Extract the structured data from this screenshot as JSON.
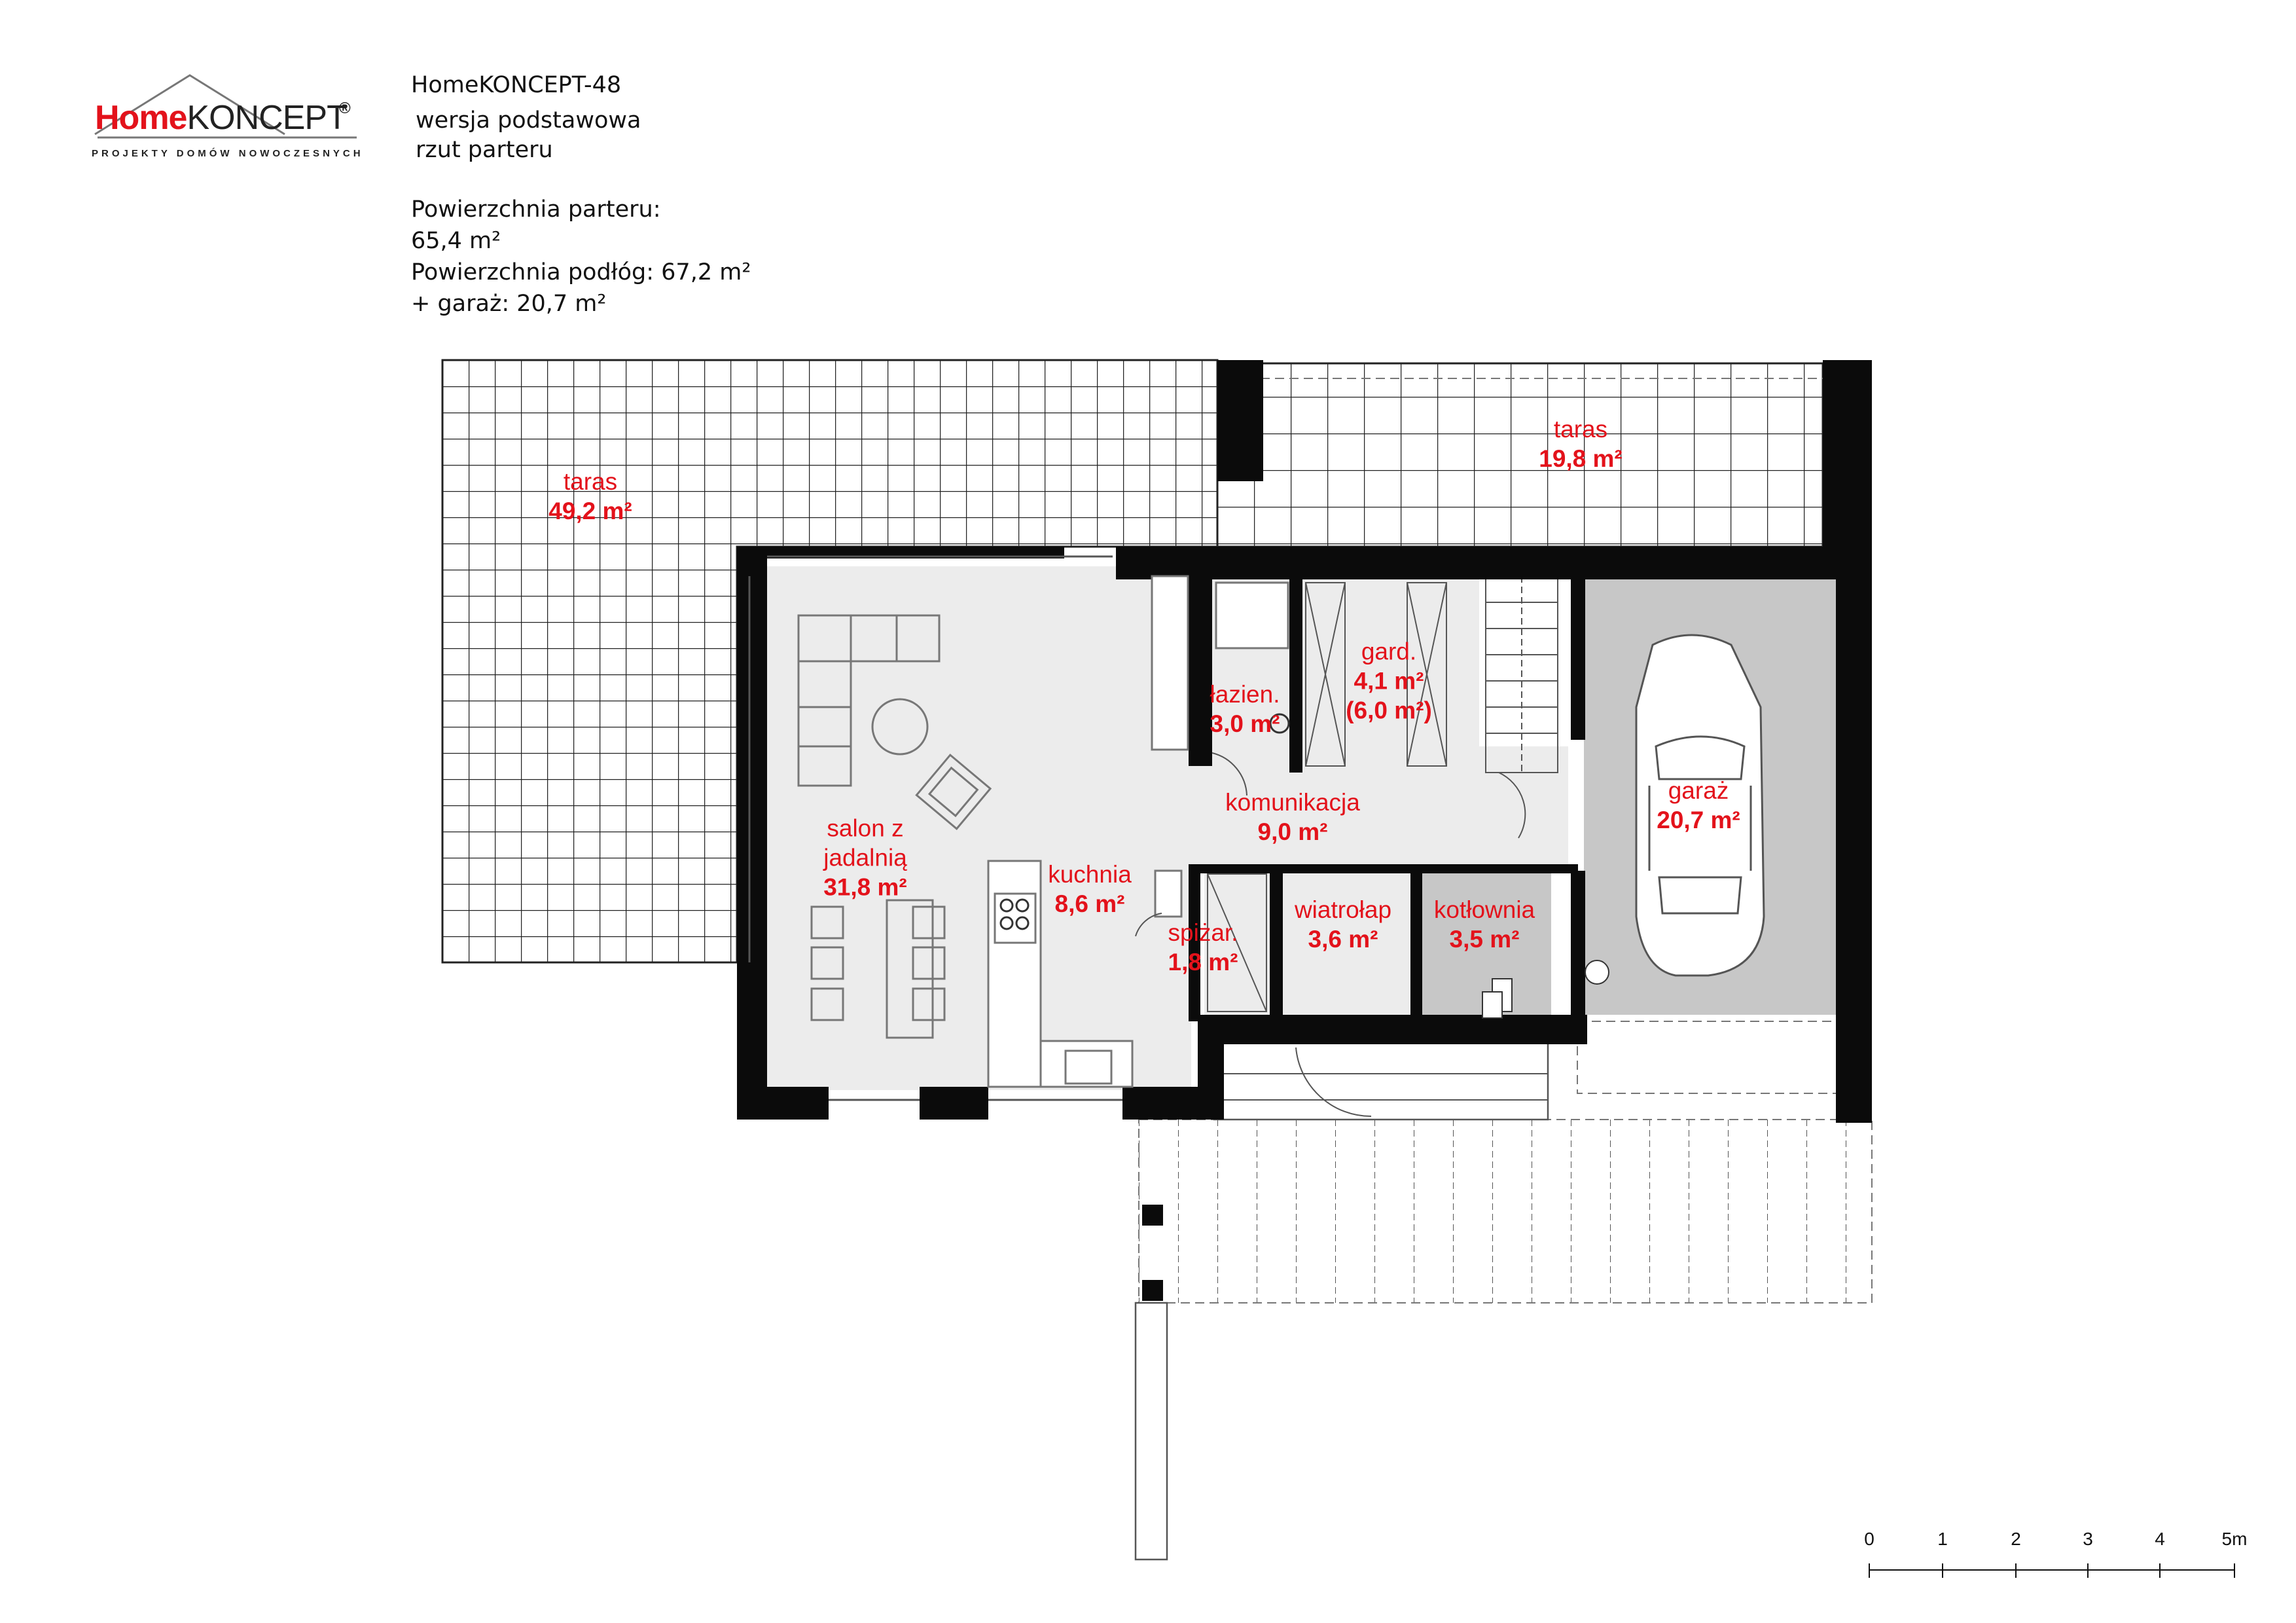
{
  "brand": {
    "name_left": "Home",
    "name_right": "KONCEPT",
    "registered": "®",
    "tagline": "PROJEKTY DOMÓW NOWOCZESNYCH",
    "accent_color": "#e3121b"
  },
  "header": {
    "title": "HomeKONCEPT-48",
    "variant": "wersja podstawowa",
    "view": "rzut parteru"
  },
  "areas": {
    "line1": "Powierzchnia parteru:",
    "line2": "65,4 m²",
    "line3": "Powierzchnia podłóg: 67,2 m²",
    "line4": "+ garaż: 20,7 m²"
  },
  "rooms": [
    {
      "id": "taras-1",
      "name": "taras",
      "area": "49,2 m²"
    },
    {
      "id": "taras-2",
      "name": "taras",
      "area": "19,8 m²"
    },
    {
      "id": "lazienka",
      "name": "łazien.",
      "area": "3,0 m²"
    },
    {
      "id": "garderoba",
      "name": "gard.",
      "area": "4,1 m²",
      "area_extra": "(6,0 m²)"
    },
    {
      "id": "salon",
      "name": "salon z",
      "name2": "jadalnią",
      "area": "31,8 m²"
    },
    {
      "id": "komunikacja",
      "name": "komunikacja",
      "area": "9,0 m²"
    },
    {
      "id": "garaz",
      "name": "garaż",
      "area": "20,7 m²"
    },
    {
      "id": "kuchnia",
      "name": "kuchnia",
      "area": "8,6 m²"
    },
    {
      "id": "spizarnia",
      "name": "spiżar.",
      "area": "1,8 m²"
    },
    {
      "id": "wiatrolap",
      "name": "wiatrołap",
      "area": "3,6 m²"
    },
    {
      "id": "kotlownia",
      "name": "kotłownia",
      "area": "3,5 m²"
    }
  ],
  "scale_bar": {
    "ticks": [
      "0",
      "1",
      "2",
      "3",
      "4",
      "5m"
    ]
  },
  "colors": {
    "wall": "#0b0b0b",
    "floor": "#ececec",
    "garage_floor": "#c7c7c7",
    "terrace_grid": "#222222",
    "label": "#e3121b"
  }
}
